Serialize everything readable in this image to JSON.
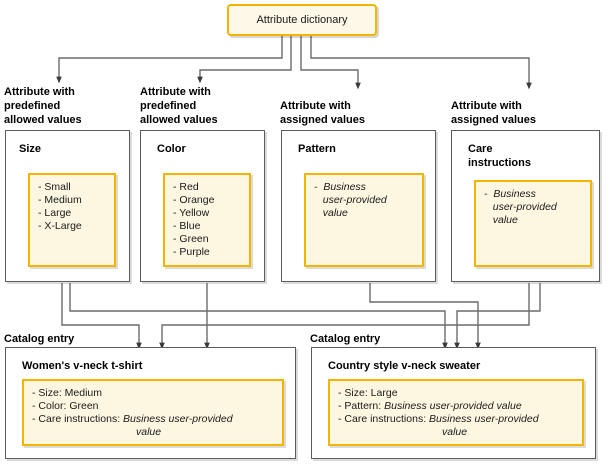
{
  "diagram": {
    "title": "Attribute dictionary relationship diagram",
    "colors": {
      "accent_border": "#f2b600",
      "inner_fill": "#fdf6e1",
      "root_fill": "#fdf8e8",
      "box_border": "#5c5c5c",
      "connector": "#6b6b6b",
      "text": "#1a1a1a"
    },
    "root": {
      "label": "Attribute dictionary"
    },
    "attribute_groups": [
      {
        "id": "size",
        "caption": "Attribute with predefined allowed values",
        "caption_lines": [
          "Attribute with",
          "predefined",
          "allowed values"
        ],
        "title": "Size",
        "title_lines": [
          "Size"
        ],
        "values": [
          "- Small",
          "- Medium",
          "- Large",
          "- X-Large"
        ],
        "italic_values": false
      },
      {
        "id": "color",
        "caption": "Attribute with predefined allowed values",
        "caption_lines": [
          "Attribute with",
          "predefined",
          "allowed values"
        ],
        "title": "Color",
        "title_lines": [
          "Color"
        ],
        "values": [
          "- Red",
          "- Orange",
          "- Yellow",
          "- Blue",
          "- Green",
          "- Purple"
        ],
        "italic_values": false
      },
      {
        "id": "pattern",
        "caption": "Attribute with assigned values",
        "caption_lines": [
          "Attribute with",
          "assigned values"
        ],
        "title": "Pattern",
        "title_lines": [
          "Pattern"
        ],
        "values": [
          "-  Business",
          "   user-provided",
          "   value"
        ],
        "italic_values": true
      },
      {
        "id": "care-instructions",
        "caption": "Attribute with assigned values",
        "caption_lines": [
          "Attribute with",
          "assigned values"
        ],
        "title": "Care instructions",
        "title_lines": [
          "Care",
          "instructions"
        ],
        "values": [
          "-  Business",
          "   user-provided",
          "   value"
        ],
        "italic_values": true
      }
    ],
    "catalog_entries": [
      {
        "id": "womens-v-neck-t-shirt",
        "caption": "Catalog entry",
        "title": "Women's v-neck t-shirt",
        "attributes": [
          {
            "label": "- Size: Medium",
            "value": "",
            "continuation": ""
          },
          {
            "label": "- Color: Green",
            "value": "",
            "continuation": ""
          },
          {
            "label": "- Care instructions: ",
            "value": "Business user-provided",
            "continuation": "value"
          }
        ]
      },
      {
        "id": "country-style-v-neck-sweater",
        "caption": "Catalog entry",
        "title": "Country style v-neck sweater",
        "attributes": [
          {
            "label": "- Size: Large",
            "value": "",
            "continuation": ""
          },
          {
            "label": "- Pattern: ",
            "value": "Business user-provided value",
            "continuation": ""
          },
          {
            "label": "- Care instructions: ",
            "value": "Business user-provided",
            "continuation": "value"
          }
        ]
      }
    ]
  }
}
